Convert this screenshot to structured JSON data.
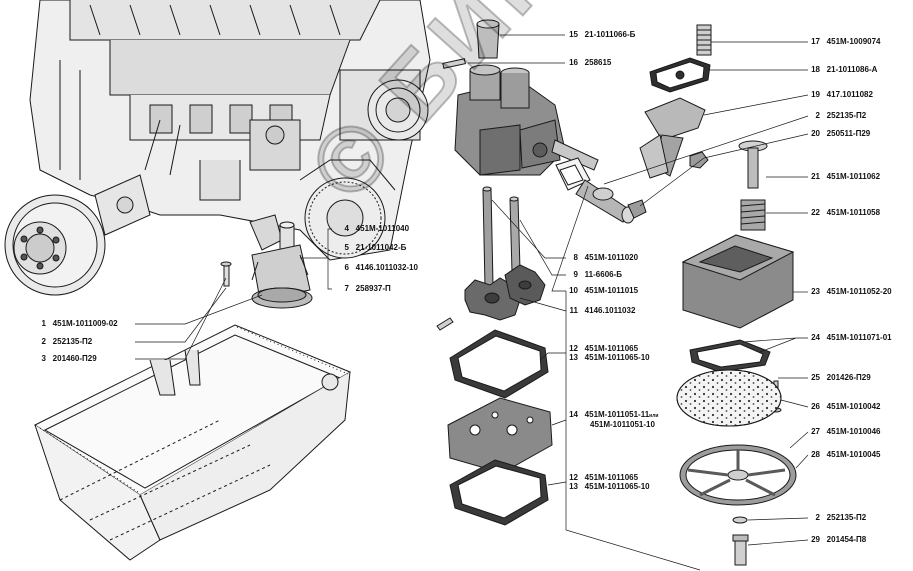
{
  "watermark": "© БИРОТ",
  "callouts": [
    {
      "num": "1",
      "part": "451М-1011009-02"
    },
    {
      "num": "2",
      "part": "252135-П2"
    },
    {
      "num": "3",
      "part": "201460-П29"
    },
    {
      "num": "4",
      "part": "451М-1011040"
    },
    {
      "num": "5",
      "part": "21-1011042-Б"
    },
    {
      "num": "6",
      "part": "4146.1011032-10"
    },
    {
      "num": "7",
      "part": "258937-П"
    },
    {
      "num": "8",
      "part": "451М-1011020"
    },
    {
      "num": "9",
      "part": "11-6606-Б"
    },
    {
      "num": "10",
      "part": "451М-1011015"
    },
    {
      "num": "11",
      "part": "4146.1011032"
    },
    {
      "num": "12",
      "part": "451М-1011065"
    },
    {
      "num": "13",
      "part": "451М-1011065-10"
    },
    {
      "num": "14",
      "part": "451М-1011051-11",
      "suffix": "или",
      "part2": "451М-1011051-10"
    },
    {
      "num": "12",
      "part": "451М-1011065"
    },
    {
      "num": "13",
      "part": "451М-1011065-10"
    },
    {
      "num": "15",
      "part": "21-1011066-Б"
    },
    {
      "num": "16",
      "part": "258615"
    },
    {
      "num": "17",
      "part": "451М-1009074"
    },
    {
      "num": "18",
      "part": "21-1011086-А"
    },
    {
      "num": "19",
      "part": "417.1011082"
    },
    {
      "num": "2",
      "part": "252135-П2"
    },
    {
      "num": "20",
      "part": "250511-П29"
    },
    {
      "num": "21",
      "part": "451М-1011062"
    },
    {
      "num": "22",
      "part": "451М-1011058"
    },
    {
      "num": "23",
      "part": "451М-1011052-20"
    },
    {
      "num": "24",
      "part": "451М-1011071-01"
    },
    {
      "num": "25",
      "part": "201426-П29"
    },
    {
      "num": "26",
      "part": "451М-1010042"
    },
    {
      "num": "27",
      "part": "451М-1010046"
    },
    {
      "num": "28",
      "part": "451М-1010045"
    },
    {
      "num": "2",
      "part": "252135-П2"
    },
    {
      "num": "29",
      "part": "201454-П8"
    }
  ]
}
